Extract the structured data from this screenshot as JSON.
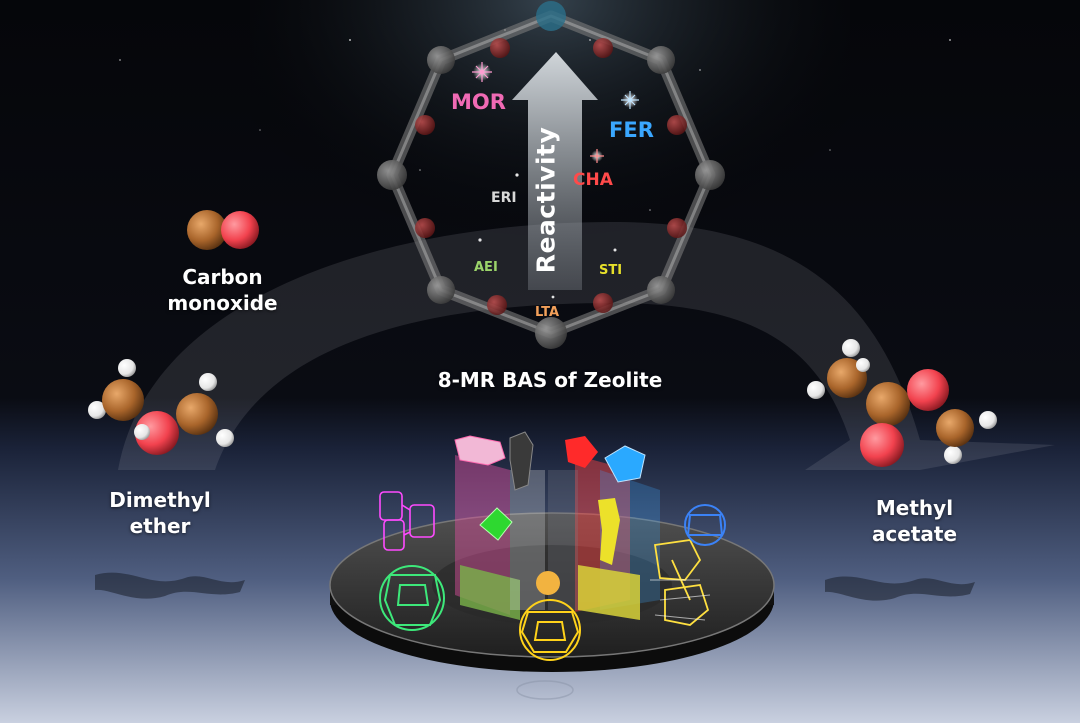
{
  "labels": {
    "reactivity": "Reactivity",
    "site": "8-MR BAS of Zeolite",
    "co_line1": "Carbon",
    "co_line2": "monoxide",
    "dme_line1": "Dimethyl",
    "dme_line2": "ether",
    "ma_line1": "Methyl",
    "ma_line2": "acetate"
  },
  "zeolites": {
    "mor": "MOR",
    "fer": "FER",
    "cha": "CHA",
    "eri": "ERI",
    "aei": "AEI",
    "sti": "STI",
    "lta": "LTA"
  },
  "colors": {
    "mor": "#f06ab4",
    "fer": "#3aa7ff",
    "cha": "#ff4a4a",
    "eri": "#d8d8d8",
    "aei": "#9bd46a",
    "sti": "#e7e02a",
    "lta": "#f2a05a",
    "carbon": "#a9652b",
    "oxygen": "#f2424e",
    "hydrogen": "#ffffff"
  }
}
